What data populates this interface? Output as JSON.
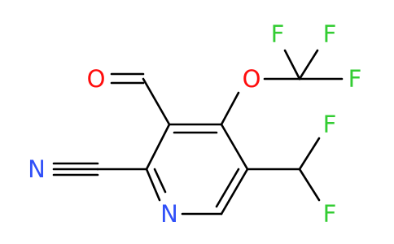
{
  "molecule": {
    "atoms": [
      {
        "id": "O-ald",
        "symbol": "O",
        "color": "#ff0d0d"
      },
      {
        "id": "O-ether",
        "symbol": "O",
        "color": "#ff0d0d"
      },
      {
        "id": "F1",
        "symbol": "F",
        "color": "#33cc33"
      },
      {
        "id": "F2",
        "symbol": "F",
        "color": "#33cc33"
      },
      {
        "id": "F3",
        "symbol": "F",
        "color": "#33cc33"
      },
      {
        "id": "F4",
        "symbol": "F",
        "color": "#33cc33"
      },
      {
        "id": "F5",
        "symbol": "F",
        "color": "#33cc33"
      },
      {
        "id": "N-nitrile",
        "symbol": "N",
        "color": "#3050f8"
      },
      {
        "id": "N-ring",
        "symbol": "N",
        "color": "#3050f8"
      }
    ],
    "bond_color": "#000000"
  }
}
